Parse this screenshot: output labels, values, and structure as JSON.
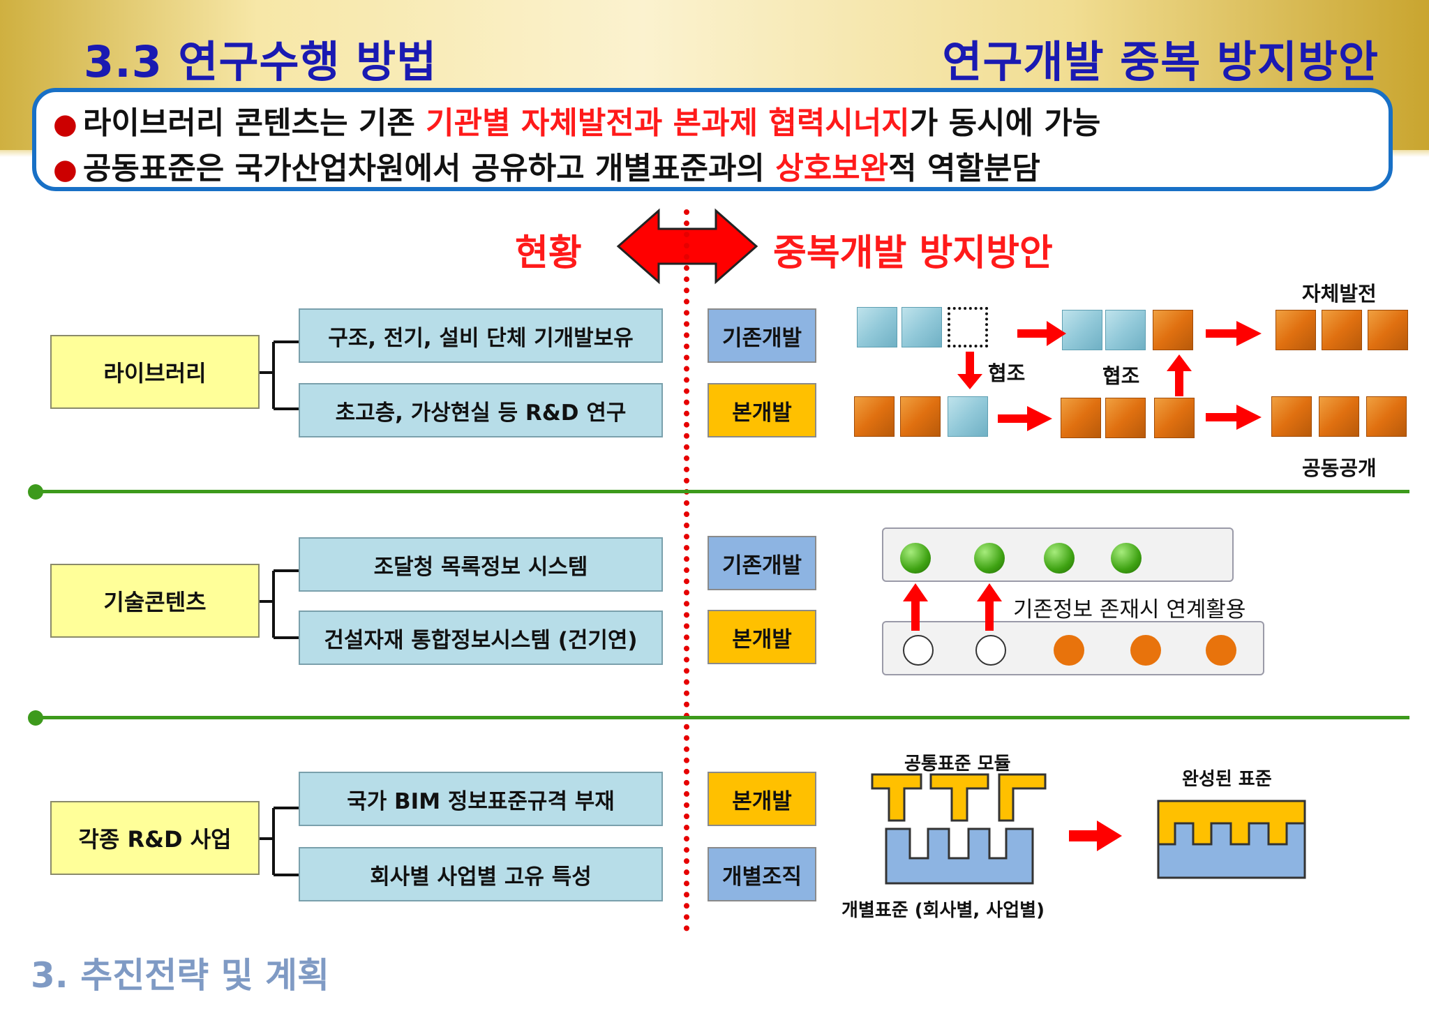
{
  "header": {
    "title_left": "3.3 연구수행 방법",
    "title_right": "연구개발 중복 방지방안"
  },
  "summary": {
    "line1": {
      "bullet": "●",
      "prefix": "라이브러리 콘텐츠는 기존 ",
      "highlight": "기관별 자체발전과 본과제 협력시너지",
      "suffix": "가 동시에 가능"
    },
    "line2": {
      "bullet": "●",
      "prefix": "공동표준은 국가산업차원에서 공유하고 개별표준과의 ",
      "highlight": "상호보완",
      "suffix": "적 역할분담"
    }
  },
  "section_headers": {
    "left": "현황",
    "right": "중복개발 방지방안"
  },
  "rows": [
    {
      "category": "라이브러리",
      "items": [
        {
          "text": "구조, 전기, 설비 단체 기개발보유",
          "tag": "기존개발"
        },
        {
          "text": "초고층, 가상현실 등 R&D 연구",
          "tag": "본개발"
        }
      ]
    },
    {
      "category": "기술콘텐츠",
      "items": [
        {
          "text": "조달청 목록정보 시스템",
          "tag": "기존개발"
        },
        {
          "text": "건설자재 통합정보시스템 (건기연)",
          "tag": "본개발"
        }
      ]
    },
    {
      "category": "각종 R&D 사업",
      "items": [
        {
          "text": "국가 BIM 정보표준규격 부재",
          "tag": "본개발"
        },
        {
          "text": "회사별 사업별 고유 특성",
          "tag": "개별조직"
        }
      ]
    }
  ],
  "diagram1": {
    "label_top": "자체발전",
    "label_bottom": "공동공개",
    "coop_left": "협조",
    "coop_right": "협조"
  },
  "diagram2": {
    "label": "기존정보 존재시 연계활용"
  },
  "diagram3": {
    "label_top_left": "공통표준 모듈",
    "label_top_right": "완성된 표준",
    "label_bottom": "개별표준 (회사별, 사업별)"
  },
  "footer": {
    "text": "3. 추진전략 및 계획"
  },
  "colors": {
    "title": "#1a1ab2",
    "highlight": "#ff1a1a",
    "frame": "#1870c6",
    "divider": "#3d9a1c",
    "category_fill": "#ffff99",
    "item_fill": "#b7dde8",
    "tag_blue": "#8db4e2",
    "tag_gold": "#ffc000",
    "arrow": "#ff0000"
  }
}
